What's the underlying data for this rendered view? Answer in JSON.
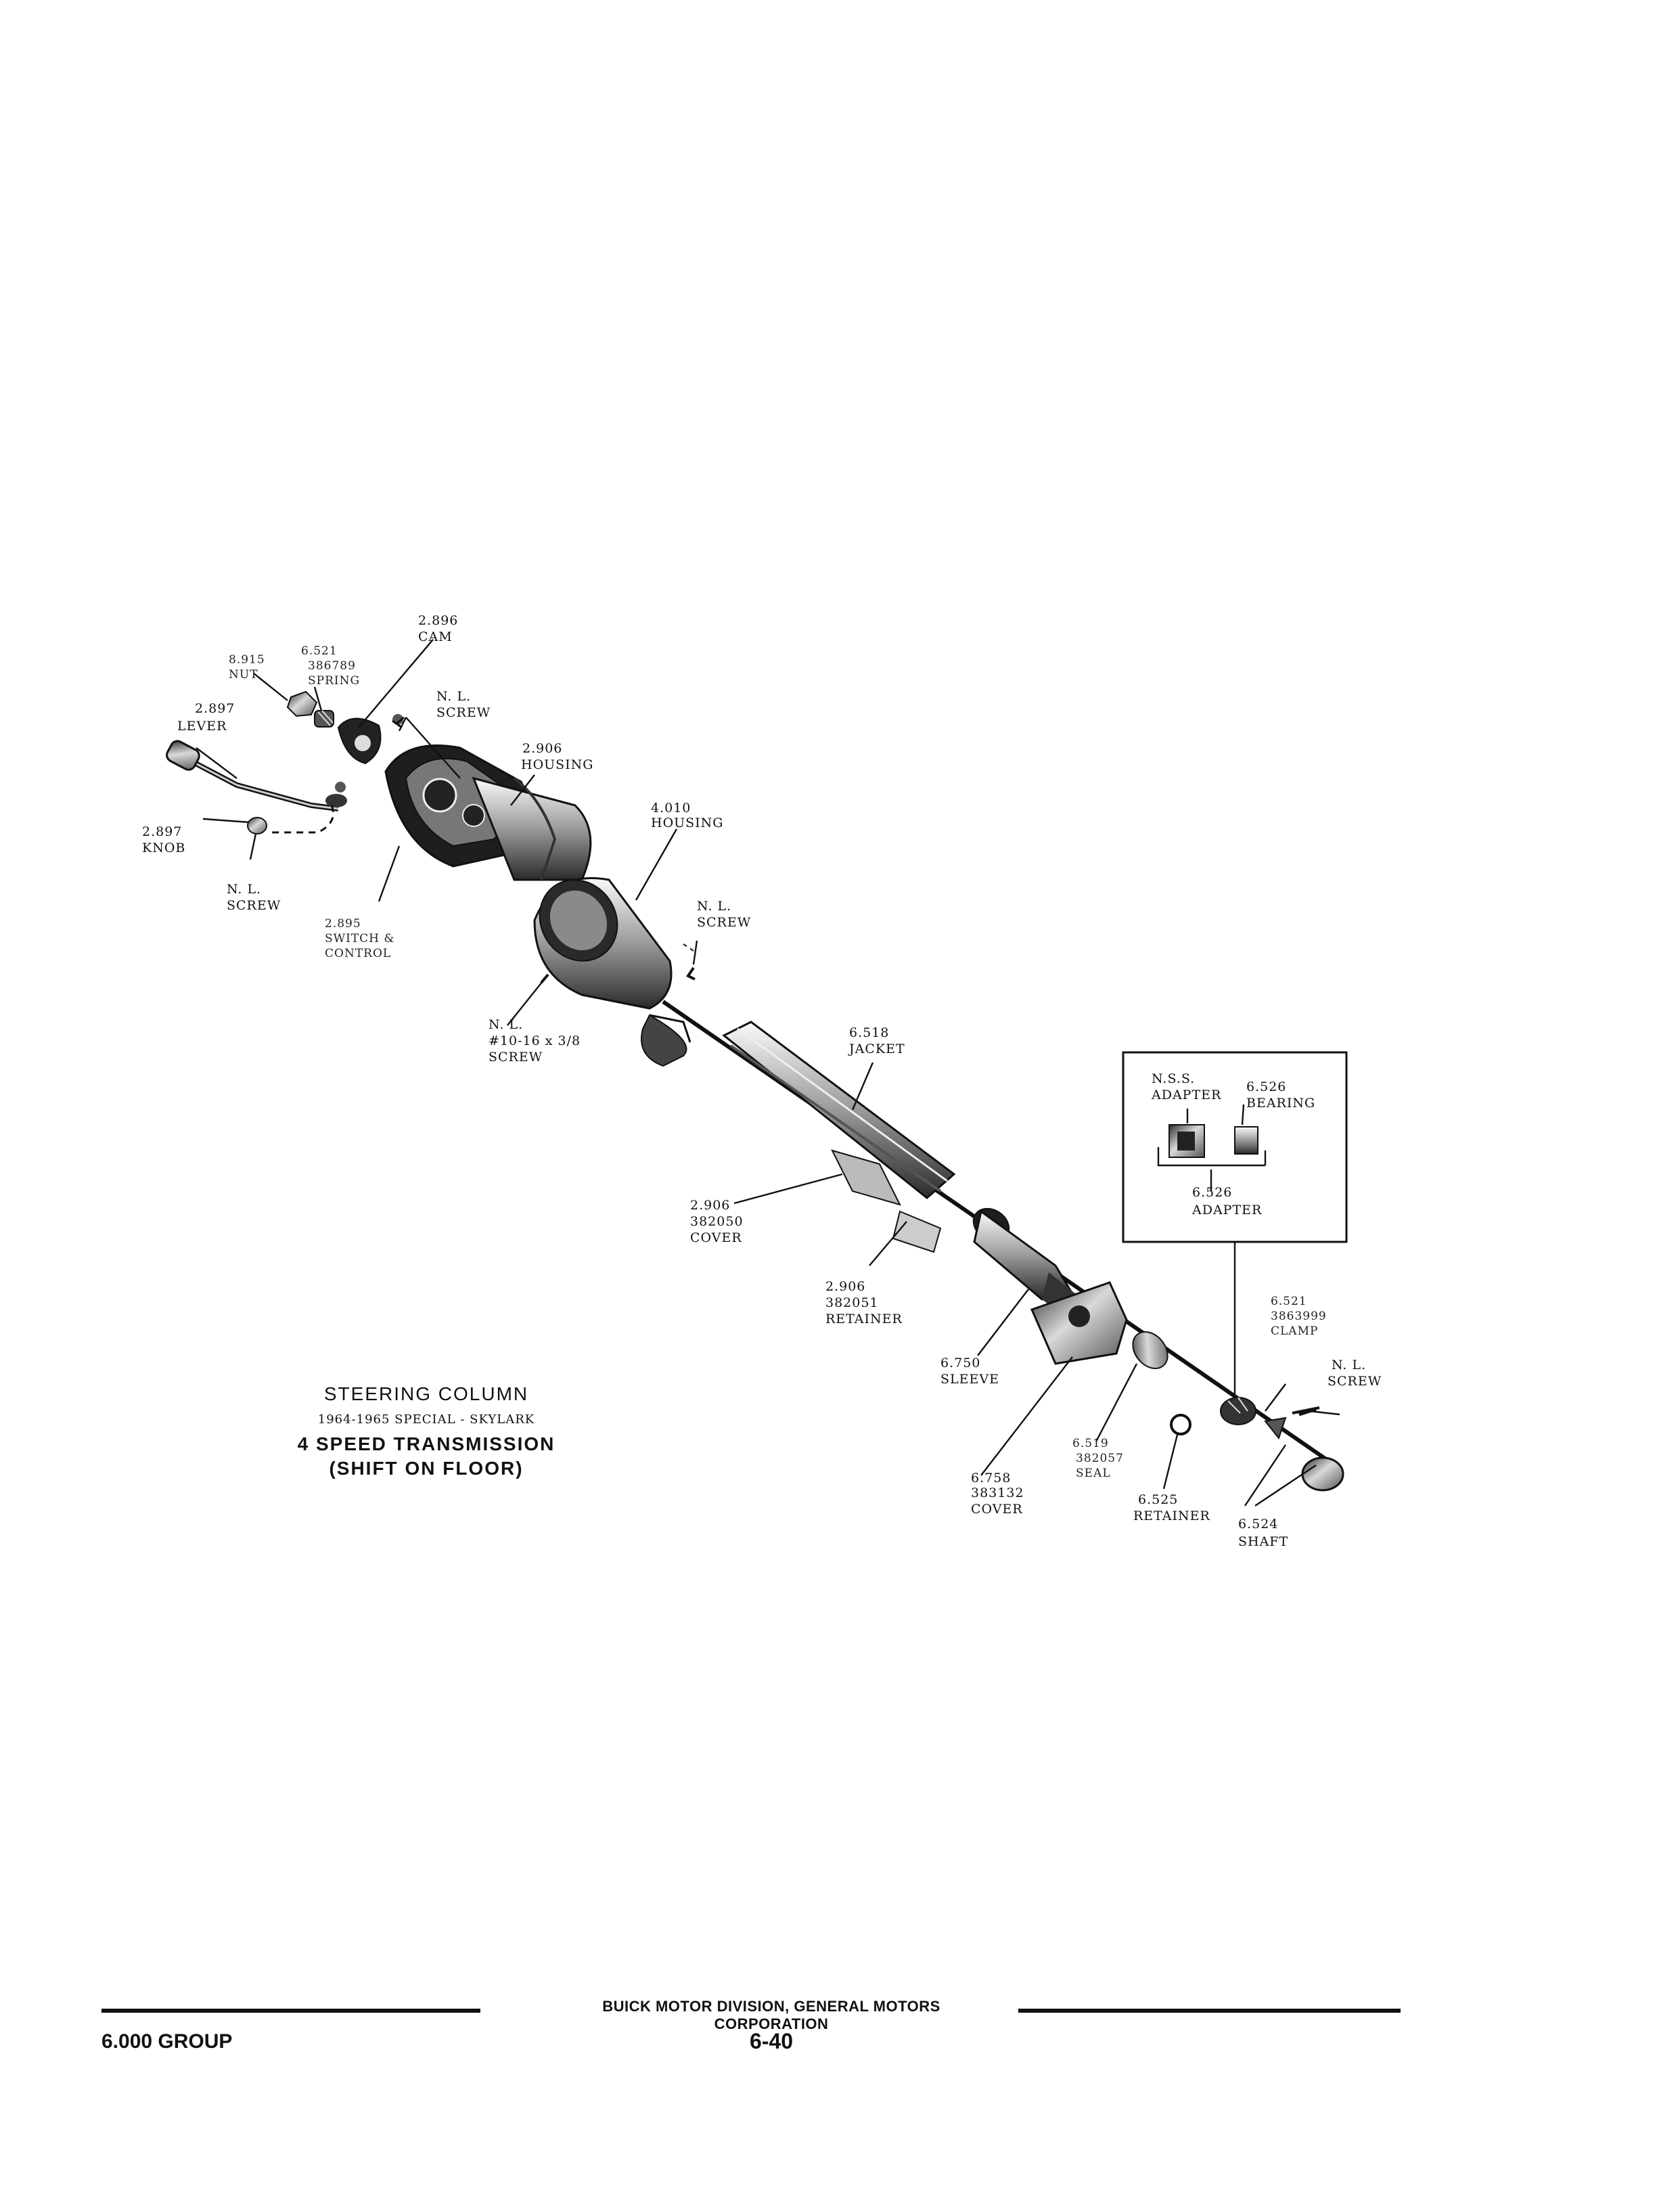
{
  "labels": {
    "cam": [
      "2.896",
      "CAM"
    ],
    "nut": [
      "8.915",
      "NUT"
    ],
    "spring": [
      "6.521",
      "386789",
      "SPRING"
    ],
    "lever": [
      "2.897",
      "LEVER"
    ],
    "screw_top": [
      "N. L.",
      "SCREW"
    ],
    "housing_2906": [
      "2.906",
      "HOUSING"
    ],
    "housing_4010": [
      "4.010",
      "HOUSING"
    ],
    "knob": [
      "2.897",
      "KNOB"
    ],
    "screw_left": [
      "N. L.",
      "SCREW"
    ],
    "switch": [
      "2.895",
      "SWITCH &",
      "CONTROL"
    ],
    "screw_mid": [
      "N. L.",
      "SCREW"
    ],
    "screw_10": [
      "N. L.",
      "#10-16 x 3/8",
      "SCREW"
    ],
    "jacket": [
      "6.518",
      "JACKET"
    ],
    "cover_382050": [
      "2.906",
      "382050",
      "COVER"
    ],
    "retainer_382051": [
      "2.906",
      "382051",
      "RETAINER"
    ],
    "sleeve": [
      "6.750",
      "SLEEVE"
    ],
    "cover_383132": [
      "6.758",
      "383132",
      "COVER"
    ],
    "seal": [
      "6.519",
      "382057",
      "SEAL"
    ],
    "retainer_6525": [
      "6.525",
      "RETAINER"
    ],
    "shaft": [
      "6.524",
      "SHAFT"
    ],
    "clamp": [
      "6.521",
      "3863999",
      "CLAMP"
    ],
    "screw_right": [
      "N. L.",
      "SCREW"
    ],
    "inset_adapter_nss": [
      "N.S.S.",
      "ADAPTER"
    ],
    "inset_bearing": [
      "6.526",
      "BEARING"
    ],
    "inset_adapter": [
      "6.526",
      "ADAPTER"
    ]
  },
  "title": {
    "main": "STEERING COLUMN",
    "years": "1964-1965 SPECIAL - SKYLARK",
    "transmission": "4 SPEED TRANSMISSION",
    "shift": "(SHIFT ON FLOOR)"
  },
  "footer": {
    "company": "BUICK MOTOR DIVISION, GENERAL MOTORS CORPORATION",
    "group": "6.000 GROUP",
    "page": "6-40"
  }
}
